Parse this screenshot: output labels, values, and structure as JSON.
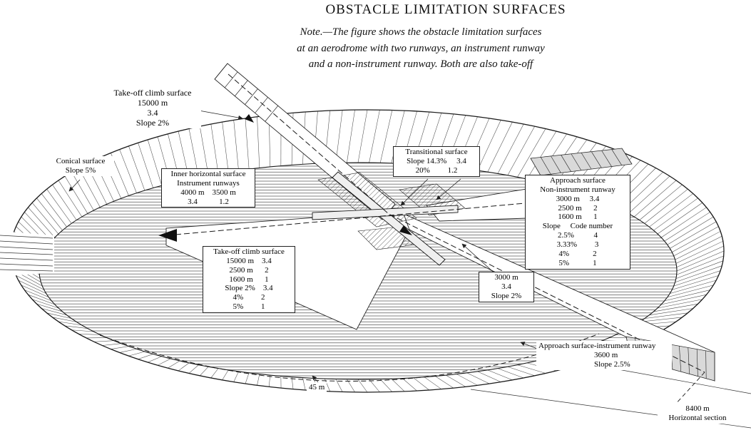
{
  "title": "OBSTACLE LIMITATION SURFACES",
  "note": [
    "Note.—The figure shows the obstacle limitation surfaces",
    "at an aerodrome with two runways, an instrument runway",
    "and a non-instrument runway. Both are also take-off"
  ],
  "labels": {
    "takeoff_climb_instrument": [
      "Take-off climb surface",
      "15000 m",
      "3.4",
      "Slope 2%"
    ],
    "conical": [
      "Conical surface",
      "Slope 5%"
    ],
    "inner_horizontal": [
      "Inner horizontal surface",
      "Instrument runways",
      "4000 m    3500 m",
      "3.4           1.2"
    ],
    "transitional": [
      "Transitional surface",
      "Slope 14.3%     3.4",
      "20%         1.2"
    ],
    "approach_non_instrument": [
      "Approach surface",
      "Non-instrument runway",
      "3000 m     3.4",
      "2500 m      2",
      "1600 m      1",
      "Slope     Code number",
      "2.5%          4",
      "3.33%         3",
      "4%            2",
      "5%            1"
    ],
    "takeoff_climb_non_instrument": [
      "Take-off climb surface",
      "15000 m    3.4",
      "2500 m      2",
      "1600 m      1",
      "Slope 2%    3.4",
      "4%         2",
      "5%         1"
    ],
    "approach_3000": [
      "3000 m",
      "3.4",
      "Slope 2%"
    ],
    "approach_instrument": [
      "Approach surface-instrument runway",
      "3600 m",
      "Slope 2.5%"
    ],
    "radius_45": "45 m",
    "section_8400": [
      "8400 m",
      "Horizontal section"
    ]
  }
}
